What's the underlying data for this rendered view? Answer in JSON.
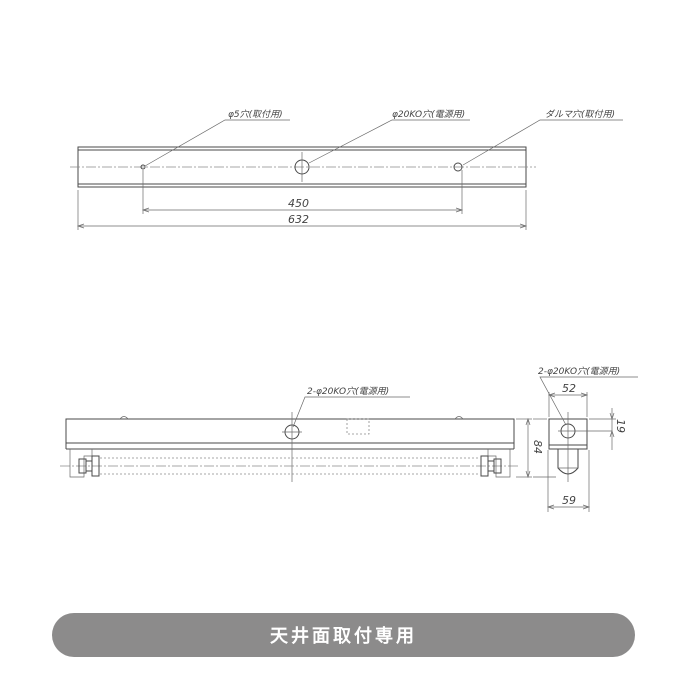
{
  "top_view": {
    "labels": {
      "mount_hole": "φ5穴(取付用)",
      "power_hole": "φ20KO穴(電源用)",
      "keyhole": "ダルマ穴(取付用)"
    },
    "dimensions": {
      "hole_pitch": "450",
      "overall_length": "632"
    }
  },
  "front_view": {
    "labels": {
      "power_hole": "2-φ20KO穴(電源用)"
    }
  },
  "side_view": {
    "labels": {
      "power_hole": "2-φ20KO穴(電源用)"
    },
    "dimensions": {
      "top_width": "52",
      "hole_offset": "19",
      "height": "84",
      "bottom_width": "59"
    }
  },
  "banner": {
    "text": "天井面取付専用",
    "color": "#8c8b8b"
  }
}
